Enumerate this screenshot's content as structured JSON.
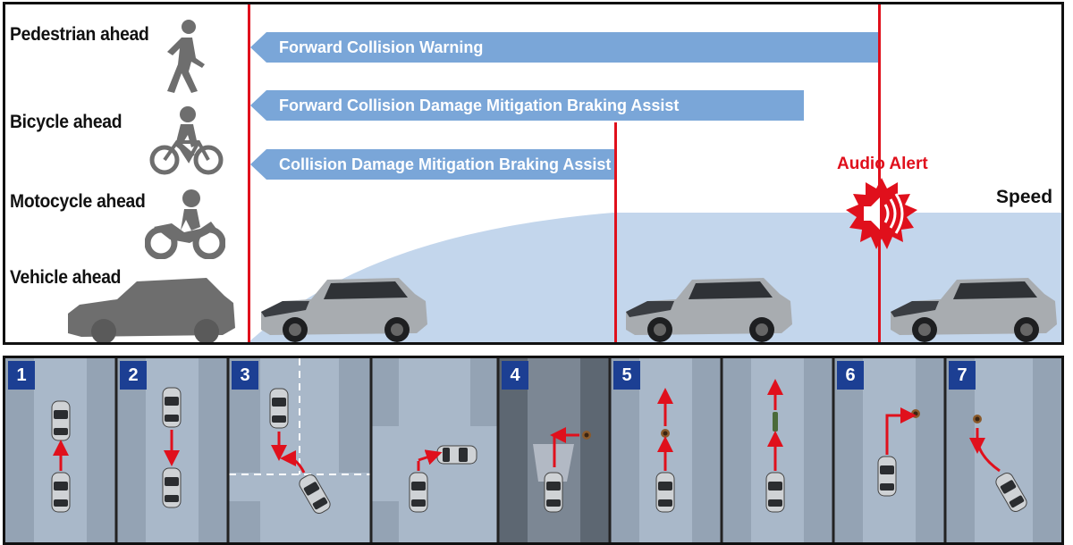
{
  "targets": {
    "pedestrian": "Pedestrian ahead",
    "bicycle": "Bicycle ahead",
    "motorcycle": "Motocycle ahead",
    "vehicle": "Vehicle ahead"
  },
  "bars": {
    "fcw": "Forward Collision Warning",
    "fcdmba": "Forward Collision Damage Mitigation Braking Assist",
    "cdmba": "Collision Damage Mitigation Braking Assist"
  },
  "audio_alert": "Audio Alert",
  "speed_label": "Speed",
  "scenarios": [
    "1",
    "2",
    "3",
    "4",
    "5",
    "6",
    "7"
  ],
  "colors": {
    "bar": "#7aa6d8",
    "line": "#e0101c",
    "speed_area": "#c3d6ec",
    "badge": "#1c3f93",
    "icon": "#6e6e6e"
  }
}
